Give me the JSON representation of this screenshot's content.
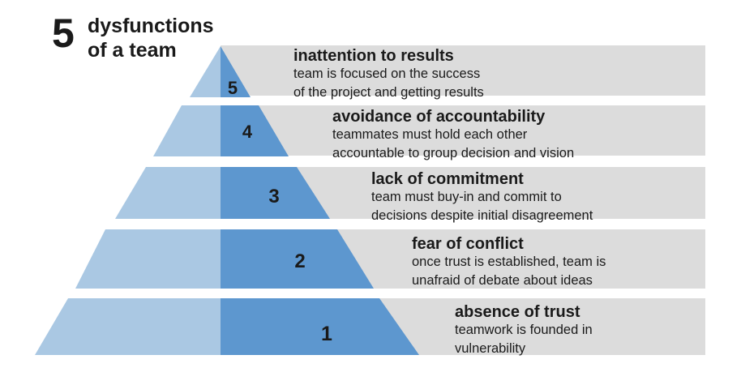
{
  "header": {
    "number": "5",
    "title_line1": "dysfunctions",
    "title_line2": "of a team"
  },
  "colors": {
    "band": "#dcdcdc",
    "pyramid_light": "#aac8e3",
    "pyramid_dark": "#5d97cf",
    "text": "#1a1a1a"
  },
  "levels": [
    {
      "number": "5",
      "title": "inattention to results",
      "desc_line1": "team is focused on the success",
      "desc_line2": "of the project and getting results"
    },
    {
      "number": "4",
      "title": "avoidance of accountability",
      "desc_line1": "teammates must hold each other",
      "desc_line2": "accountable to group decision and vision"
    },
    {
      "number": "3",
      "title": "lack of commitment",
      "desc_line1": "team must buy-in and commit to",
      "desc_line2": "decisions despite initial disagreement"
    },
    {
      "number": "2",
      "title": "fear of conflict",
      "desc_line1": "once trust is established, team is",
      "desc_line2": "unafraid of debate about ideas"
    },
    {
      "number": "1",
      "title": "absence of trust",
      "desc_line1": "teamwork is founded in",
      "desc_line2": "vulnerability"
    }
  ]
}
